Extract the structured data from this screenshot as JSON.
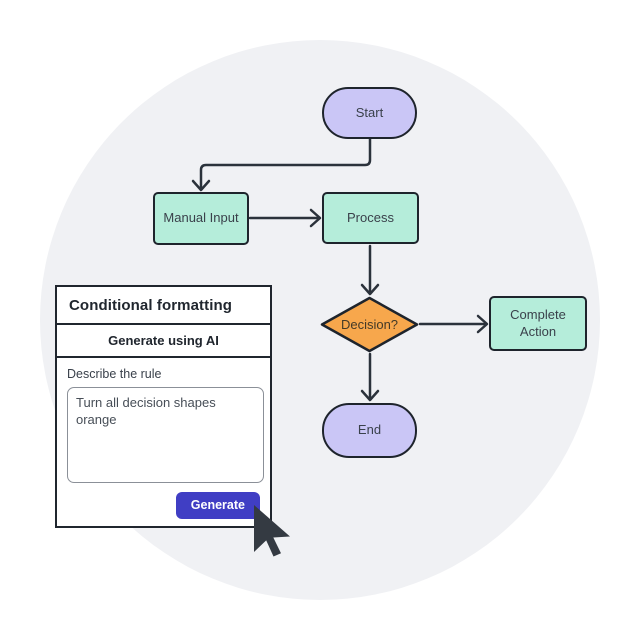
{
  "canvas": {
    "background_color": "#ffffff",
    "circle_color": "#f0f1f4",
    "connector_color": "#2b323b"
  },
  "flowchart": {
    "stroke_color": "#1e242c",
    "nodes": [
      {
        "id": "start",
        "label": "Start",
        "type": "terminator",
        "fill": "#cac6f6"
      },
      {
        "id": "manual-input",
        "label": "Manual Input",
        "type": "process",
        "fill": "#b5edda"
      },
      {
        "id": "process",
        "label": "Process",
        "type": "process",
        "fill": "#b5edda"
      },
      {
        "id": "decision",
        "label": "Decision?",
        "type": "decision",
        "fill": "#f7a74c"
      },
      {
        "id": "complete-action",
        "label": "Complete Action",
        "type": "process",
        "fill": "#b5edda"
      },
      {
        "id": "end",
        "label": "End",
        "type": "terminator",
        "fill": "#cac6f6"
      }
    ]
  },
  "panel": {
    "title": "Conditional formatting",
    "section_title": "Generate using AI",
    "field_label": "Describe the rule",
    "field_value": "Turn all decision shapes orange",
    "button_label": "Generate",
    "button_color": "#403ec4"
  },
  "cursor": {
    "color": "#343a42"
  }
}
